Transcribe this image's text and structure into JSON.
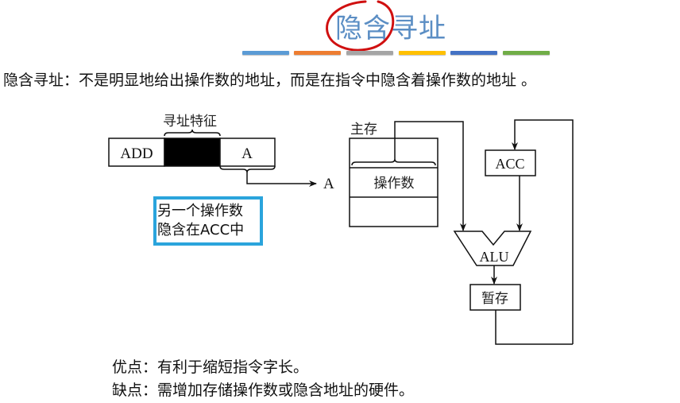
{
  "slide": {
    "title": "隐含寻址",
    "divider_colors": [
      "#5b9bd5",
      "#ed7d31",
      "#a5a5a5",
      "#ffc000",
      "#4472c4",
      "#70ad47"
    ],
    "annotation_color": "#d01010",
    "definition": "隐含寻址：不是明显地给出操作数的地址，而是在指令中隐含着操作数的地址 。"
  },
  "diagram": {
    "instruction": {
      "label_feature": "寻址特征",
      "opcode": "ADD",
      "address": "A",
      "arrow_target": "A"
    },
    "note": {
      "line1": "另一个操作数",
      "line2": "隐含在ACC中",
      "border_color": "#2aa4dc"
    },
    "memory": {
      "label": "主存",
      "cell": "操作数"
    },
    "acc": "ACC",
    "alu": "ALU",
    "temp": "暂存"
  },
  "notes": {
    "advantage": "优点：有利于缩短指令字长。",
    "disadvantage": "缺点：需增加存储操作数或隐含地址的硬件。"
  }
}
